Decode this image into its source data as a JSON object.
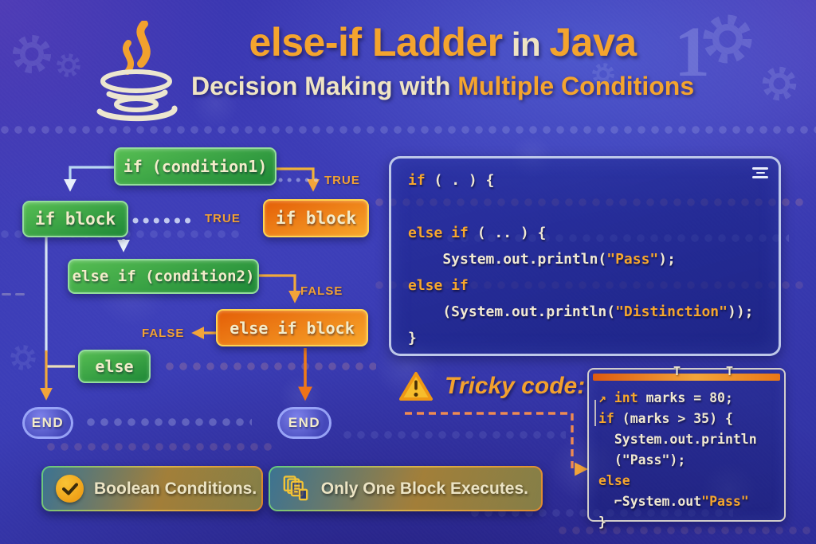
{
  "header": {
    "title": {
      "part1": "else-if Ladder",
      "part2": " in ",
      "part3": "Java"
    },
    "subtitle": {
      "part1": "Decision Making with ",
      "part2": "Multiple Conditions"
    }
  },
  "flowchart": {
    "nodes": {
      "cond1": "if (condition1)",
      "if_block_left": "if block",
      "if_block_right": "if block",
      "cond2": "else if (condition2)",
      "else_if_block": "else if block",
      "else_block": "else",
      "end_left": "END",
      "end_right": "END"
    },
    "labels": {
      "true_right": "TRUE",
      "true_mid": "TRUE",
      "false_right": "FALSE",
      "false_left": "FALSE"
    }
  },
  "code_panel": {
    "lines": [
      [
        {
          "t": "if",
          "c": "kw"
        },
        {
          "t": " ( . ) {",
          "c": "tx"
        }
      ],
      [],
      [
        {
          "t": "else if",
          "c": "kw"
        },
        {
          "t": " ( .. ) {",
          "c": "tx"
        }
      ],
      [
        {
          "t": "    System.out.println(",
          "c": "tx"
        },
        {
          "t": "\"Pass\"",
          "c": "str"
        },
        {
          "t": ");",
          "c": "tx"
        }
      ],
      [
        {
          "t": "else if",
          "c": "kw"
        }
      ],
      [
        {
          "t": "    (System.out.println(",
          "c": "tx"
        },
        {
          "t": "\"Distinction\"",
          "c": "str"
        },
        {
          "t": "));",
          "c": "tx"
        }
      ],
      [
        {
          "t": "}",
          "c": "tx"
        }
      ]
    ]
  },
  "tricky": {
    "heading": "Tricky code:"
  },
  "tricky_panel": {
    "lines": [
      [
        {
          "t": "↗ ",
          "c": "kw"
        },
        {
          "t": "int",
          "c": "kw"
        },
        {
          "t": " marks = 80;",
          "c": "tx"
        }
      ],
      [
        {
          "t": "if",
          "c": "kw"
        },
        {
          "t": " (marks > 35) {",
          "c": "tx"
        }
      ],
      [
        {
          "t": "  System.out.println",
          "c": "tx"
        }
      ],
      [
        {
          "t": "  (\"Pass\");",
          "c": "tx"
        }
      ],
      [
        {
          "t": "else",
          "c": "kw"
        }
      ],
      [
        {
          "t": "  ⌐System.out",
          "c": "tx"
        },
        {
          "t": "\"Pass\"",
          "c": "str"
        }
      ],
      [
        {
          "t": "}",
          "c": "tx"
        }
      ]
    ]
  },
  "badges": [
    {
      "icon": "check-circle-icon",
      "label": "Boolean Conditions."
    },
    {
      "icon": "stacked-copies-icon",
      "label": "Only One Block Executes."
    }
  ],
  "icons": {
    "logo": "java-cup-logo",
    "panel_menu": "menu-lines-icon",
    "tricky_warning": "warning-triangle-icon",
    "check": "check-icon",
    "copies": "copies-icon"
  },
  "colors": {
    "accent_orange": "#f4a42e",
    "cream": "#efe4c3",
    "deep_blue": "#3334ab",
    "green_box": "#2f9e3f",
    "orange_box": "#ee7612",
    "end_pill": "#4548ba"
  }
}
